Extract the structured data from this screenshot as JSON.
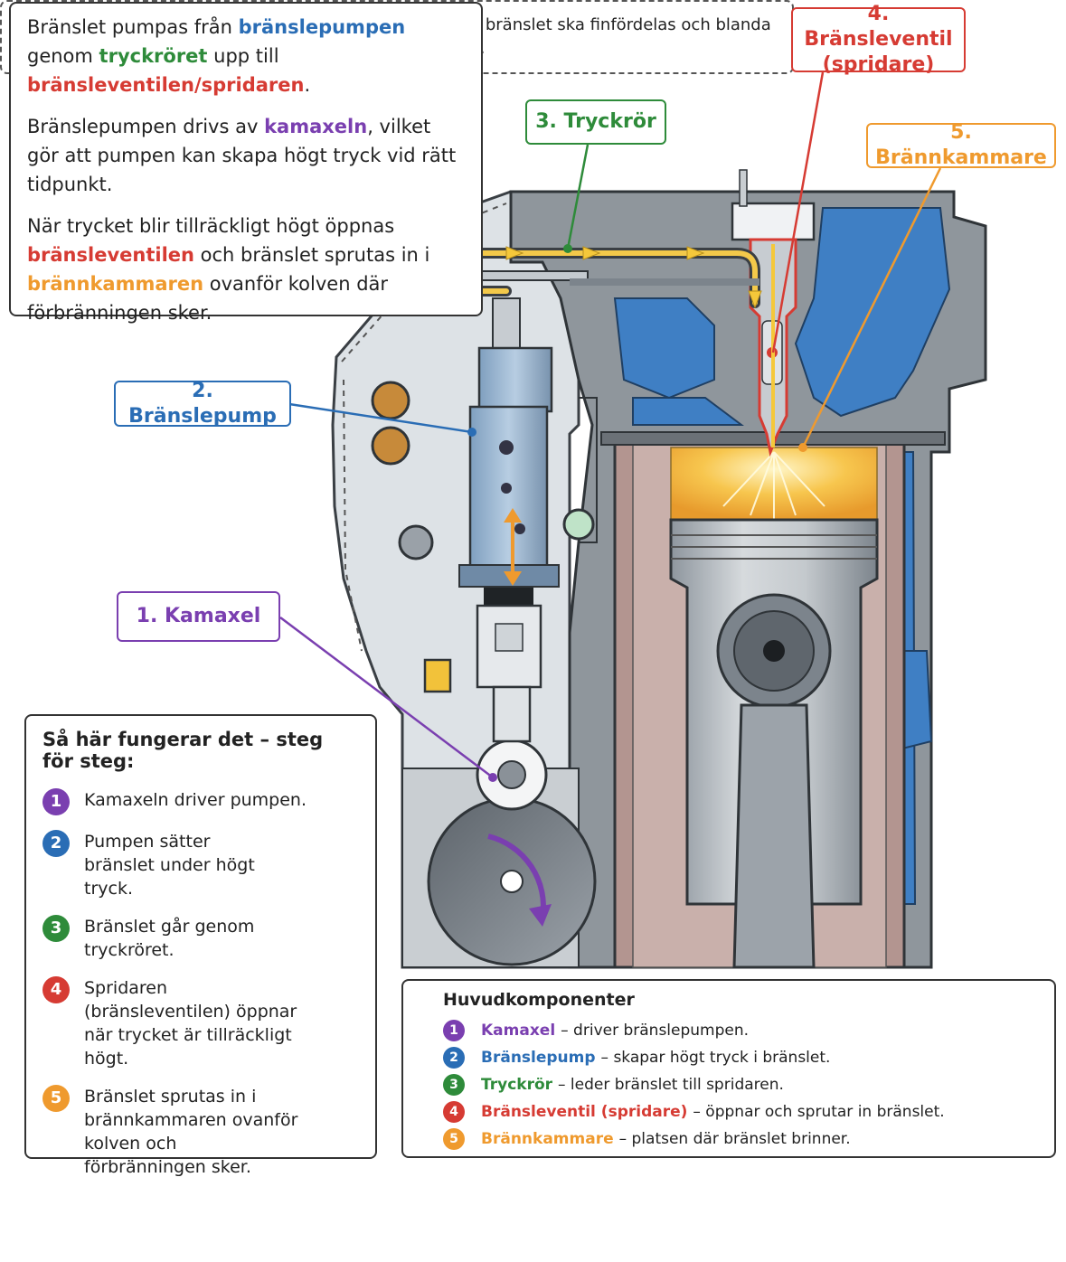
{
  "intro": {
    "p1": [
      "Bränslet pumpas från ",
      "bränslepumpen",
      " genom ",
      "tryckröret",
      " upp till ",
      "bränsleventilen/spridaren",
      "."
    ],
    "p2": [
      "Bränslepumpen drivs av ",
      "kamaxeln",
      ", vilket gör att pumpen kan skapa högt tryck vid rätt tidpunkt."
    ],
    "p3": [
      "När trycket blir tillräckligt högt öppnas ",
      "bränsleventilen",
      " och bränslet sprutas in i ",
      "brännkammaren",
      " ovanför kolven där förbränningen sker."
    ]
  },
  "labels": {
    "camshaft": "1. Kamaxel",
    "pump": "2. Bränslepump",
    "pipe": "3. Tryckrör",
    "valve_line1": "4. Bränsleventil",
    "valve_line2": "(spridare)",
    "chamber": "5. Brännkammare"
  },
  "steps": {
    "title": "Så här fungerar det – steg för steg:",
    "items": [
      {
        "num": "1",
        "text": "Kamaxeln driver pumpen."
      },
      {
        "num": "2",
        "text": "Pumpen sätter bränslet under högt tryck."
      },
      {
        "num": "3",
        "text": "Bränslet går genom tryckröret."
      },
      {
        "num": "4",
        "text": "Spridaren (bränsleventilen) öppnar när trycket är tillräckligt högt."
      },
      {
        "num": "5",
        "text": "Bränslet sprutas in i brännkammaren ovanför kolven och förbränningen sker."
      }
    ]
  },
  "components": {
    "title": "Huvudkomponenter",
    "items": [
      {
        "num": "1",
        "name": "Kamaxel",
        "desc": "– driver bränslepumpen."
      },
      {
        "num": "2",
        "name": "Bränslepump",
        "desc": "– skapar högt tryck i bränslet."
      },
      {
        "num": "3",
        "name": "Tryckrör",
        "desc": "– leder bränslet till spridaren."
      },
      {
        "num": "4",
        "name": "Bränsleventil (spridare)",
        "desc": "– öppnar och sprutar in bränslet."
      },
      {
        "num": "5",
        "name": "Brännkammare",
        "desc": "– platsen där bränslet brinner."
      }
    ]
  },
  "tip": {
    "text": "Högt tryck (hundratals bar) är nödvändigt för att bränslet ska finfördelas och blanda sig med luften så att en effektiv förbränning fårs."
  },
  "colors": {
    "camshaft": "#7a3fb0",
    "pump": "#2a6db5",
    "pipe": "#2e8b3a",
    "valve": "#d63b33",
    "chamber": "#ef9a2e"
  }
}
